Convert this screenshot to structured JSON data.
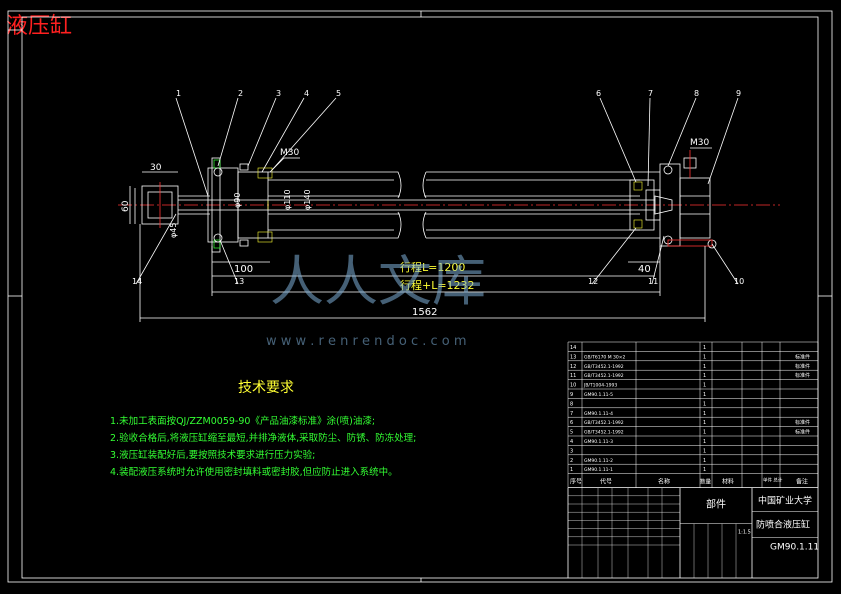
{
  "header": {
    "title": "液压缸"
  },
  "balloons": [
    "1",
    "2",
    "3",
    "4",
    "5",
    "6",
    "7",
    "8",
    "9",
    "10",
    "11",
    "12",
    "13",
    "14"
  ],
  "dimensions": {
    "d30": "30",
    "d60": "60",
    "d45": "φ45",
    "m30": "M30",
    "phi90": "φ90",
    "phi110": "φ110",
    "phi140": "φ140",
    "m30r": "M30",
    "d100": "100",
    "d40": "40",
    "stroke1": "行程L=1200",
    "stroke2": "行程+L=1232",
    "total": "1562"
  },
  "watermark": {
    "brand": "人人文库",
    "url": "w w w . r e n r e n d o c . c o m"
  },
  "tech": {
    "heading": "技术要求",
    "lines": [
      "1.未加工表面按QJ/ZZM0059-90《产品油漆标准》涂(喷)油漆;",
      "2.验收合格后,将液压缸缩至最短,并排净液体,采取防尘、防锈、防冻处理;",
      "3.液压缸装配好后,要按照技术要求进行压力实验;",
      "4.装配液压系统时允许使用密封填料或密封胶,但应防止进入系统中。"
    ]
  },
  "parts": [
    {
      "no": "14",
      "code": "",
      "name": "",
      "qty": "1",
      "mat": "",
      "note": ""
    },
    {
      "no": "13",
      "code": "GB/T6170 M 30×2",
      "name": "",
      "qty": "1",
      "mat": "",
      "note": "标准件"
    },
    {
      "no": "12",
      "code": "GB/T3452.1-1992",
      "name": "",
      "qty": "1",
      "mat": "",
      "note": "标准件"
    },
    {
      "no": "11",
      "code": "GB/T3452.1-1992",
      "name": "",
      "qty": "1",
      "mat": "",
      "note": "标准件"
    },
    {
      "no": "10",
      "code": "JB/T1004-1993",
      "name": "",
      "qty": "1",
      "mat": "",
      "note": ""
    },
    {
      "no": "9",
      "code": "GM90.1.11-5",
      "name": "",
      "qty": "1",
      "mat": "",
      "note": ""
    },
    {
      "no": "8",
      "code": "",
      "name": "",
      "qty": "1",
      "mat": "",
      "note": ""
    },
    {
      "no": "7",
      "code": "GM90.1.11-4",
      "name": "",
      "qty": "1",
      "mat": "",
      "note": ""
    },
    {
      "no": "6",
      "code": "GB/T3452.1-1992",
      "name": "",
      "qty": "1",
      "mat": "",
      "note": "标准件"
    },
    {
      "no": "5",
      "code": "GB/T3452.1-1992",
      "name": "",
      "qty": "1",
      "mat": "",
      "note": "标准件"
    },
    {
      "no": "4",
      "code": "GM90.1.11-3",
      "name": "",
      "qty": "1",
      "mat": "",
      "note": ""
    },
    {
      "no": "3",
      "code": "",
      "name": "",
      "qty": "1",
      "mat": "",
      "note": ""
    },
    {
      "no": "2",
      "code": "GM90.1.11-2",
      "name": "",
      "qty": "1",
      "mat": "",
      "note": ""
    },
    {
      "no": "1",
      "code": "GM90.1.11-1",
      "name": "",
      "qty": "1",
      "mat": "",
      "note": ""
    }
  ],
  "table_header": {
    "no": "序号",
    "code": "代号",
    "name": "名称",
    "qty": "数量",
    "mat": "材料",
    "wt": "单件 总计",
    "note": "备注"
  },
  "title_block": {
    "part_label": "部件",
    "school": "中国矿业大学",
    "drawing_name": "防喷合液压缸",
    "drawing_no": "GM90.1.11",
    "scale": "1:1.5"
  }
}
